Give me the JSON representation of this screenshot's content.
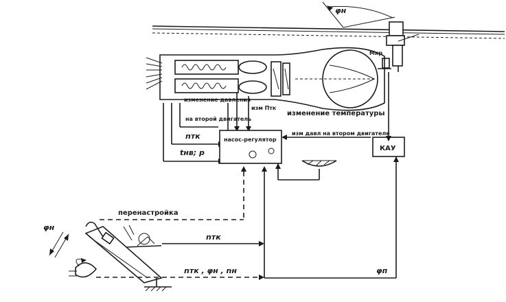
{
  "diagram": {
    "labels": {
      "phi_top": "φн",
      "m_kr": "Mкр",
      "pressure_change": "изменение давления",
      "second_engine": "на второй двигатель",
      "izm_ptk": "изм Птк",
      "n_tk_left": "nтк",
      "t_nv_p": "tнв; p",
      "pump_regulator": "насос-регулятор",
      "temperature_change": "изменение температуры",
      "izm_dav_second": "изм давл на втором двигателе",
      "kau": "КАУ",
      "retuning": "перенастройка",
      "n_tk_bottom": "nтк",
      "bottom_params": "nтк , φн , nн",
      "phi_right": "φп",
      "phi_left": "φн"
    }
  }
}
